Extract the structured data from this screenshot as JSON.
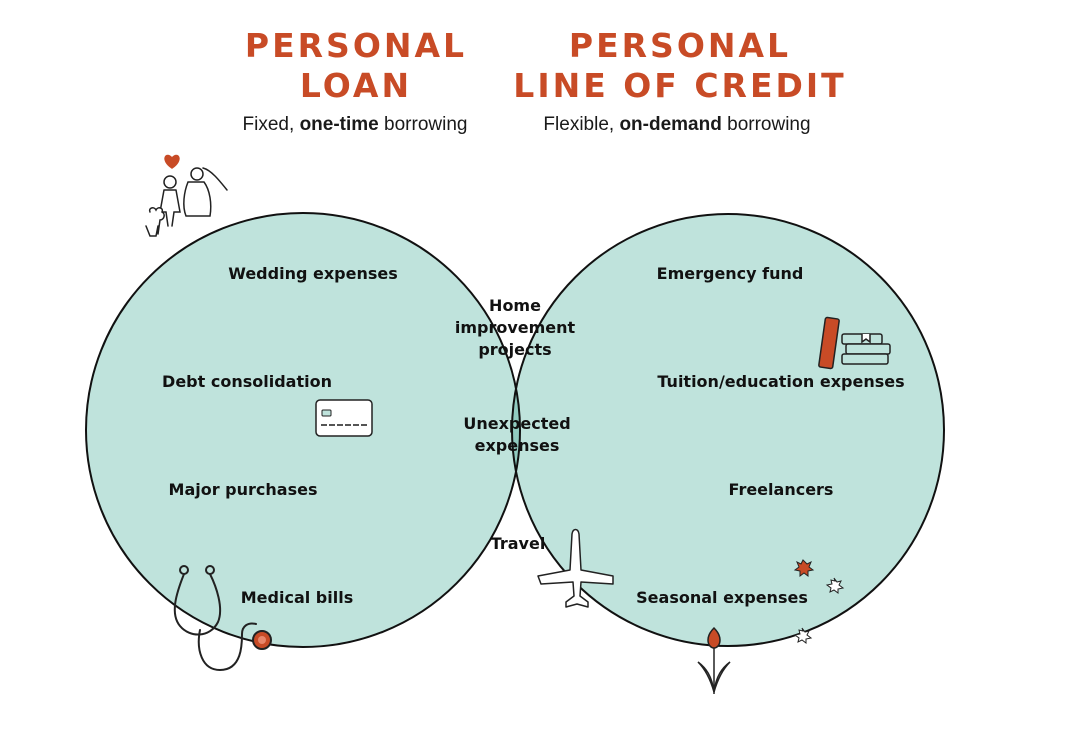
{
  "left_set": {
    "title_lines": [
      "PERSONAL",
      "LOAN"
    ],
    "subtitle": {
      "pre": "Fixed, ",
      "bold": "one-time",
      "post": " borrowing"
    },
    "items": [
      "Wedding expenses",
      "Debt consolidation",
      "Major purchases",
      "Medical bills"
    ]
  },
  "right_set": {
    "title_lines": [
      "PERSONAL",
      "LINE OF CREDIT"
    ],
    "subtitle": {
      "pre": "Flexible, ",
      "bold": "on-demand",
      "post": " borrowing"
    },
    "items": [
      "Emergency fund",
      "Tuition/education expenses",
      "Freelancers",
      "Seasonal expenses"
    ]
  },
  "overlap": {
    "items": [
      [
        "Home",
        "improvement",
        "projects"
      ],
      [
        "Unexpected",
        "expenses"
      ],
      [
        "Travel"
      ]
    ]
  },
  "icons": [
    "wedding-couple-icon",
    "credit-card-icon",
    "stethoscope-icon",
    "books-icon",
    "airplane-icon",
    "leaf-icon",
    "tulip-icon"
  ],
  "colors": {
    "title": "#c84b26",
    "circle_fill": "#bfe3dc",
    "overlap_fill": "#91cbc0",
    "outline": "#111111",
    "accent": "#c84b26"
  }
}
